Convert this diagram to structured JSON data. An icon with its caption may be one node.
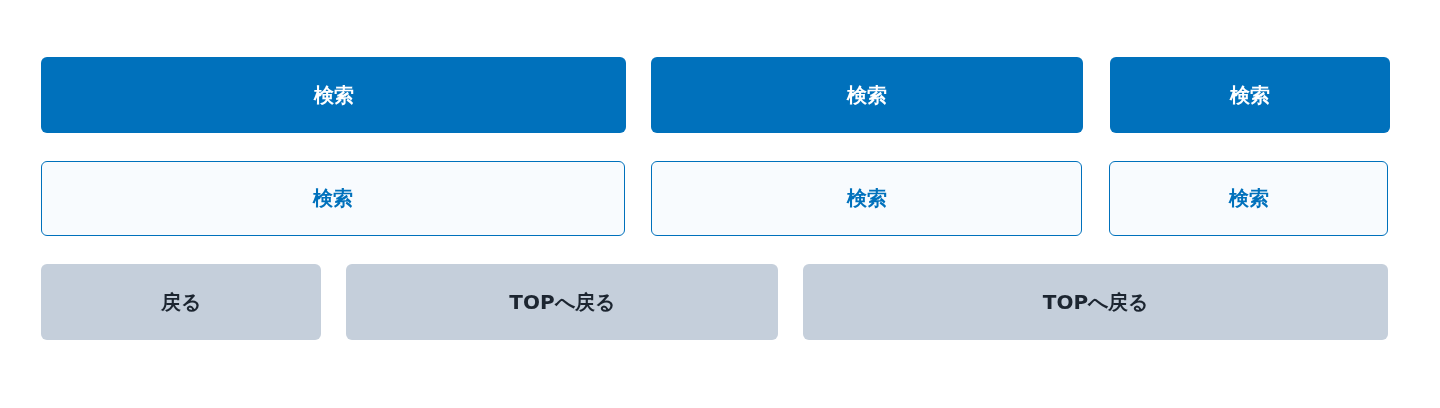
{
  "diagram": {
    "nodes": [
      {
        "text": [
          "検索"
        ]
      },
      {
        "text": [
          "検索"
        ]
      },
      {
        "text": [
          "検索"
        ]
      },
      {
        "text": [
          "検索"
        ]
      },
      {
        "text": [
          "検索"
        ]
      },
      {
        "text": [
          "検索"
        ]
      },
      {
        "text": [
          "戻る"
        ]
      },
      {
        "text": [
          "TOPへ戻る"
        ]
      },
      {
        "text": [
          "TOPへ戻る"
        ]
      }
    ]
  }
}
